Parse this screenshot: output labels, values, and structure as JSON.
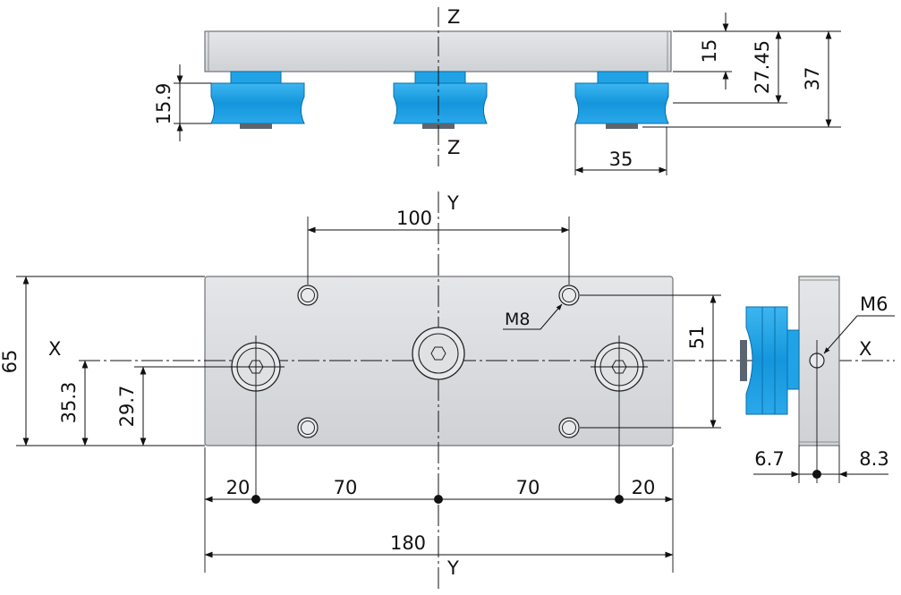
{
  "colors": {
    "plate_fill": "#d9dbdd",
    "plate_stroke": "#6f7377",
    "roller_fill": "#1fa3e6",
    "roller_stroke": "#0a6fa8",
    "line": "#111111",
    "dark_bolt": "#5a6570"
  },
  "top_view": {
    "axis_top": "Z",
    "axis_bottom": "Z",
    "dim_15": "15",
    "dim_27_45": "27.45",
    "dim_37": "37",
    "dim_15_9": "15.9",
    "dim_35": "35"
  },
  "front_view": {
    "axis_y_top": "Y",
    "axis_y_bottom": "Y",
    "axis_x_left": "X",
    "dim_100": "100",
    "dim_65": "65",
    "dim_35_3": "35.3",
    "dim_29_7": "29.7",
    "dim_51": "51",
    "thread_m8": "M8",
    "dim_20_left": "20",
    "dim_70_left": "70",
    "dim_70_right": "70",
    "dim_20_right": "20",
    "dim_180": "180"
  },
  "side_view": {
    "axis_x_right": "X",
    "thread_m6": "M6",
    "dim_6_7": "6.7",
    "dim_8_3": "8.3"
  }
}
